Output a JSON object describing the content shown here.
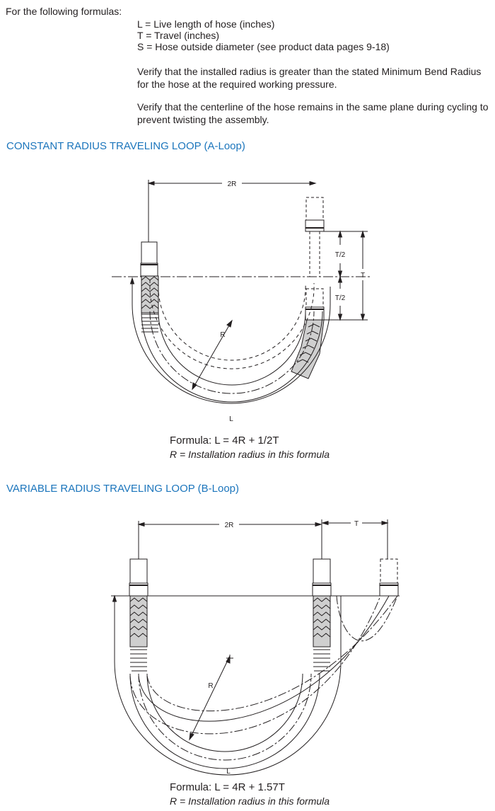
{
  "intro": "For the following formulas:",
  "definitions": [
    "L = Live length of hose (inches)",
    "T = Travel (inches)",
    "S = Hose outside diameter (see product data pages 9-18)"
  ],
  "notes": [
    "Verify that the installed radius is greater than the stated Minimum Bend Radius for the hose at the required working pressure.",
    "Verify that the centerline of the hose remains in the same plane during cycling to prevent twisting the assembly."
  ],
  "loop_a": {
    "heading": "CONSTANT RADIUS TRAVELING LOOP (A-Loop)",
    "labels": {
      "two_r": "2R",
      "half_t_top": "T/2",
      "half_t_bottom": "T/2",
      "t": "T",
      "r": "R",
      "l": "L"
    },
    "formula": "Formula:  L = 4R + 1/2T",
    "formula_note": "R = Installation radius in this formula"
  },
  "loop_b": {
    "heading": "VARIABLE RADIUS TRAVELING LOOP (B-Loop)",
    "labels": {
      "two_r": "2R",
      "t": "T",
      "r": "R",
      "l": "L"
    },
    "formula": "Formula:  L = 4R + 1.57T",
    "formula_note": "R = Installation radius in this formula"
  },
  "colors": {
    "heading": "#1b75bc",
    "text": "#231f20"
  }
}
